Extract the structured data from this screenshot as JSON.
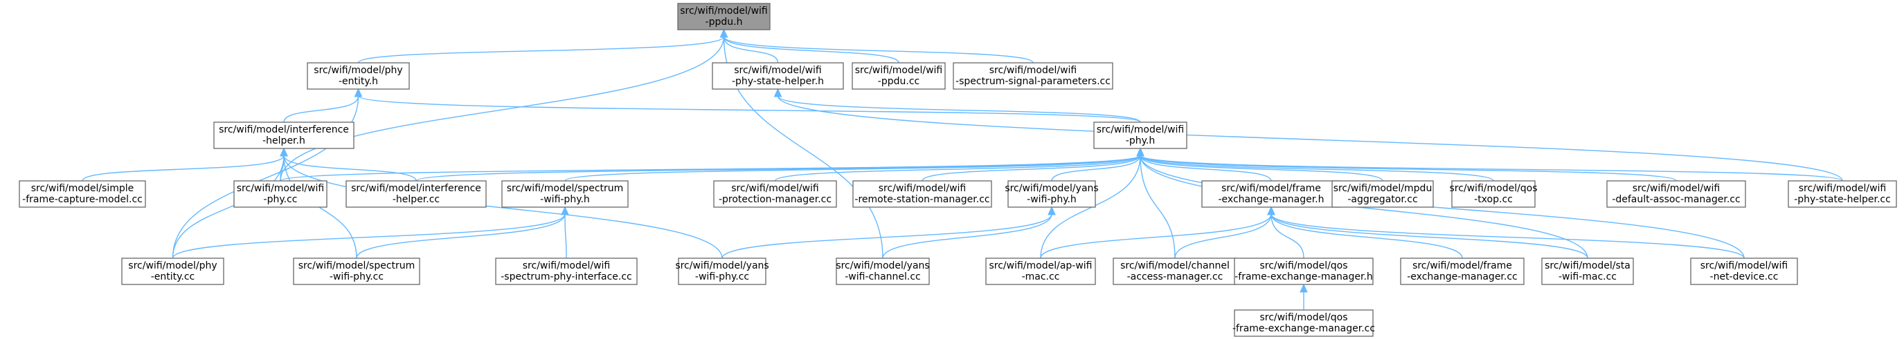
{
  "colors": {
    "edge": "#63b8ff",
    "root_fill": "#999999",
    "node_border": "#666666"
  },
  "nodes": {
    "ppdu_h": [
      "src/wifi/model/wifi",
      "-ppdu.h"
    ],
    "phy_entity_h": [
      "src/wifi/model/phy",
      "-entity.h"
    ],
    "state_helper_h": [
      "src/wifi/model/wifi",
      "-phy-state-helper.h"
    ],
    "ppdu_cc": [
      "src/wifi/model/wifi",
      "-ppdu.cc"
    ],
    "spectrum_params_cc": [
      "src/wifi/model/wifi",
      "-spectrum-signal-parameters.cc"
    ],
    "interference_h": [
      "src/wifi/model/interference",
      "-helper.h"
    ],
    "wifi_phy_h": [
      "src/wifi/model/wifi",
      "-phy.h"
    ],
    "simple_capture_cc": [
      "src/wifi/model/simple",
      "-frame-capture-model.cc"
    ],
    "wifi_phy_cc": [
      "src/wifi/model/wifi",
      "-phy.cc"
    ],
    "interference_cc": [
      "src/wifi/model/interference",
      "-helper.cc"
    ],
    "spectrum_phy_h": [
      "src/wifi/model/spectrum",
      "-wifi-phy.h"
    ],
    "protection_cc": [
      "src/wifi/model/wifi",
      "-protection-manager.cc"
    ],
    "remote_station_cc": [
      "src/wifi/model/wifi",
      "-remote-station-manager.cc"
    ],
    "yans_phy_h": [
      "src/wifi/model/yans",
      "-wifi-phy.h"
    ],
    "fem_h": [
      "src/wifi/model/frame",
      "-exchange-manager.h"
    ],
    "mpdu_agg_cc": [
      "src/wifi/model/mpdu",
      "-aggregator.cc"
    ],
    "qos_txop_cc": [
      "src/wifi/model/qos",
      "-txop.cc"
    ],
    "default_assoc_cc": [
      "src/wifi/model/wifi",
      "-default-assoc-manager.cc"
    ],
    "state_helper_cc": [
      "src/wifi/model/wifi",
      "-phy-state-helper.cc"
    ],
    "phy_entity_cc": [
      "src/wifi/model/phy",
      "-entity.cc"
    ],
    "spectrum_phy_cc": [
      "src/wifi/model/spectrum",
      "-wifi-phy.cc"
    ],
    "spectrum_iface_cc": [
      "src/wifi/model/wifi",
      "-spectrum-phy-interface.cc"
    ],
    "yans_phy_cc": [
      "src/wifi/model/yans",
      "-wifi-phy.cc"
    ],
    "yans_channel_cc": [
      "src/wifi/model/yans",
      "-wifi-channel.cc"
    ],
    "ap_mac_cc": [
      "src/wifi/model/ap-wifi",
      "-mac.cc"
    ],
    "channel_access_cc": [
      "src/wifi/model/channel",
      "-access-manager.cc"
    ],
    "qos_fem_h": [
      "src/wifi/model/qos",
      "-frame-exchange-manager.h"
    ],
    "fem_cc": [
      "src/wifi/model/frame",
      "-exchange-manager.cc"
    ],
    "sta_mac_cc": [
      "src/wifi/model/sta",
      "-wifi-mac.cc"
    ],
    "net_device_cc": [
      "src/wifi/model/wifi",
      "-net-device.cc"
    ],
    "qos_fem_cc": [
      "src/wifi/model/qos",
      "-frame-exchange-manager.cc"
    ]
  },
  "edges": [
    [
      "phy_entity_h",
      "ppdu_h"
    ],
    [
      "state_helper_h",
      "ppdu_h"
    ],
    [
      "ppdu_cc",
      "ppdu_h"
    ],
    [
      "spectrum_params_cc",
      "ppdu_h"
    ],
    [
      "wifi_phy_cc",
      "ppdu_h"
    ],
    [
      "yans_channel_cc",
      "ppdu_h"
    ],
    [
      "interference_h",
      "phy_entity_h"
    ],
    [
      "phy_entity_cc",
      "phy_entity_h"
    ],
    [
      "wifi_phy_h",
      "phy_entity_h"
    ],
    [
      "wifi_phy_h",
      "state_helper_h"
    ],
    [
      "state_helper_cc",
      "state_helper_h"
    ],
    [
      "simple_capture_cc",
      "interference_h"
    ],
    [
      "wifi_phy_cc",
      "interference_h"
    ],
    [
      "interference_cc",
      "interference_h"
    ],
    [
      "phy_entity_cc",
      "interference_h"
    ],
    [
      "spectrum_phy_cc",
      "interference_h"
    ],
    [
      "yans_phy_cc",
      "interference_h"
    ],
    [
      "wifi_phy_cc",
      "wifi_phy_h"
    ],
    [
      "interference_cc",
      "wifi_phy_h"
    ],
    [
      "spectrum_phy_h",
      "wifi_phy_h"
    ],
    [
      "protection_cc",
      "wifi_phy_h"
    ],
    [
      "remote_station_cc",
      "wifi_phy_h"
    ],
    [
      "yans_phy_h",
      "wifi_phy_h"
    ],
    [
      "fem_h",
      "wifi_phy_h"
    ],
    [
      "mpdu_agg_cc",
      "wifi_phy_h"
    ],
    [
      "qos_txop_cc",
      "wifi_phy_h"
    ],
    [
      "default_assoc_cc",
      "wifi_phy_h"
    ],
    [
      "state_helper_cc",
      "wifi_phy_h"
    ],
    [
      "ap_mac_cc",
      "wifi_phy_h"
    ],
    [
      "channel_access_cc",
      "wifi_phy_h"
    ],
    [
      "sta_mac_cc",
      "wifi_phy_h"
    ],
    [
      "net_device_cc",
      "wifi_phy_h"
    ],
    [
      "phy_entity_cc",
      "spectrum_phy_h"
    ],
    [
      "spectrum_phy_cc",
      "spectrum_phy_h"
    ],
    [
      "spectrum_iface_cc",
      "spectrum_phy_h"
    ],
    [
      "yans_phy_cc",
      "yans_phy_h"
    ],
    [
      "yans_channel_cc",
      "yans_phy_h"
    ],
    [
      "ap_mac_cc",
      "fem_h"
    ],
    [
      "channel_access_cc",
      "fem_h"
    ],
    [
      "qos_fem_h",
      "fem_h"
    ],
    [
      "fem_cc",
      "fem_h"
    ],
    [
      "sta_mac_cc",
      "fem_h"
    ],
    [
      "net_device_cc",
      "fem_h"
    ],
    [
      "qos_fem_cc",
      "qos_fem_h"
    ]
  ]
}
